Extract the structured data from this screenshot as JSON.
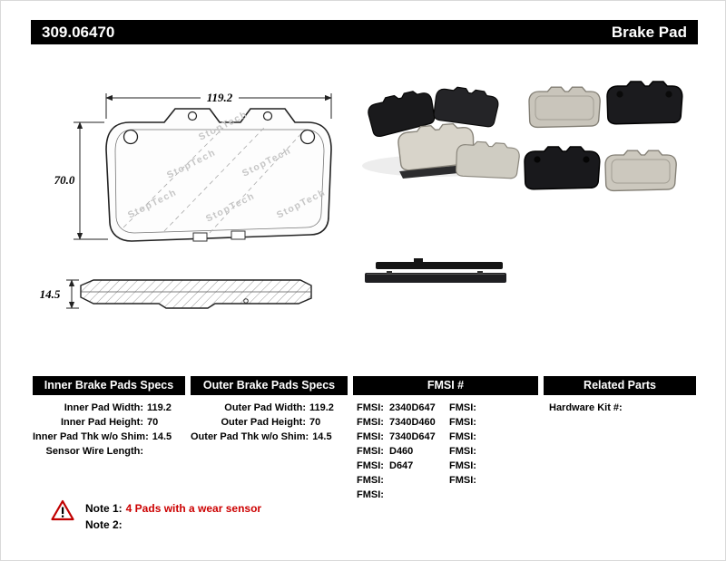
{
  "header": {
    "part_number": "309.06470",
    "product_type": "Brake Pad"
  },
  "drawing": {
    "width_dim": "119.2",
    "height_dim": "70.0",
    "thickness_dim": "14.5",
    "watermark": "StopTech"
  },
  "specs": {
    "inner": {
      "title": "Inner Brake Pads Specs",
      "rows": [
        {
          "label": "Inner Pad Width:",
          "value": "119.2"
        },
        {
          "label": "Inner Pad Height:",
          "value": "70"
        },
        {
          "label": "Inner Pad Thk w/o Shim:",
          "value": "14.5"
        },
        {
          "label": "Sensor Wire Length:",
          "value": ""
        }
      ]
    },
    "outer": {
      "title": "Outer Brake Pads Specs",
      "rows": [
        {
          "label": "Outer Pad Width:",
          "value": "119.2"
        },
        {
          "label": "Outer Pad Height:",
          "value": "70"
        },
        {
          "label": "Outer Pad Thk w/o Shim:",
          "value": "14.5"
        }
      ]
    },
    "fmsi": {
      "title": "FMSI #",
      "left": [
        {
          "label": "FMSI:",
          "value": "2340D647"
        },
        {
          "label": "FMSI:",
          "value": "7340D460"
        },
        {
          "label": "FMSI:",
          "value": "7340D647"
        },
        {
          "label": "FMSI:",
          "value": "D460"
        },
        {
          "label": "FMSI:",
          "value": "D647"
        },
        {
          "label": "FMSI:",
          "value": ""
        },
        {
          "label": "FMSI:",
          "value": ""
        }
      ],
      "right": [
        {
          "label": "FMSI:",
          "value": ""
        },
        {
          "label": "FMSI:",
          "value": ""
        },
        {
          "label": "FMSI:",
          "value": ""
        },
        {
          "label": "FMSI:",
          "value": ""
        },
        {
          "label": "FMSI:",
          "value": ""
        },
        {
          "label": "FMSI:",
          "value": ""
        }
      ]
    },
    "related": {
      "title": "Related Parts",
      "rows": [
        {
          "label": "Hardware Kit #:",
          "value": ""
        }
      ]
    }
  },
  "notes": {
    "note1_label": "Note 1:",
    "note1_text": "4 Pads with a wear sensor",
    "note2_label": "Note 2:",
    "note2_text": ""
  },
  "colors": {
    "accent_red": "#cc0000",
    "bar_black": "#000000"
  }
}
